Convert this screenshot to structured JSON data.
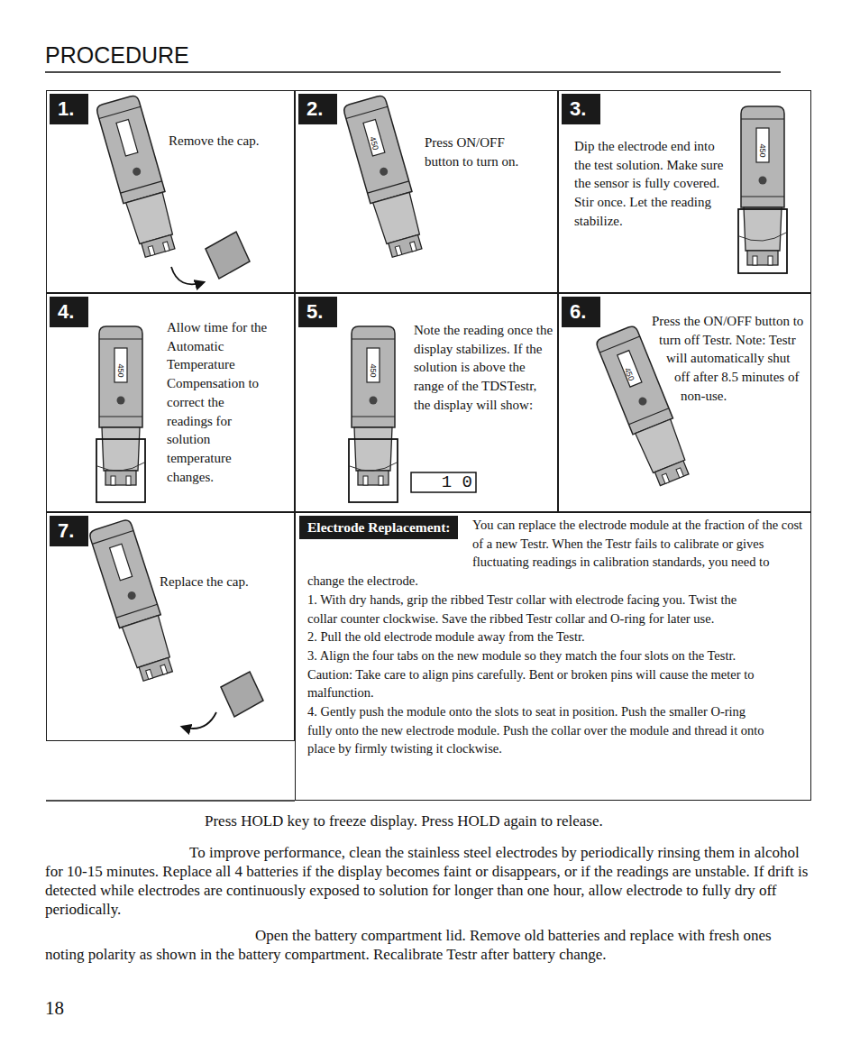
{
  "diagram": {
    "title": "PROCEDURE",
    "nodes": [
      {
        "text": [
          "1.",
          "Remove the cap."
        ]
      },
      {
        "text": [
          "2.",
          "Press ON/OFF button to turn on."
        ]
      },
      {
        "text": [
          "3.",
          "Dip the electrode end into the test solution. Make sure the sensor is fully covered. Stir once. Let the reading stabilize."
        ]
      },
      {
        "text": [
          "4.",
          "Allow time for the Automatic Temperature Compensation to correct the readings for solution temperature changes."
        ]
      },
      {
        "text": [
          "5.",
          "Note the reading once the display stabilizes. If the solution is above the range of the TDSTestr, the display will show:"
        ]
      },
      {
        "text": [
          "6.",
          "Press the ON/OFF button to turn off Testr. Note: Testr will automatically shut off after 8.5 minutes of non-use."
        ]
      },
      {
        "text": [
          "7.",
          "Replace the cap."
        ]
      },
      {
        "text": [
          "Electrode Replacement:",
          "You can replace the electrode module at the fraction of the cost of a new Testr. When the Testr fails to calibrate or gives fluctuating readings in calibration standards, you need to change the electrode.",
          "1. With dry hands, grip the ribbed Testr collar with electrode facing you. Twist the collar counter clockwise. Save the ribbed Testr collar and O-ring for later use.",
          "2. Pull the old electrode module away from the Testr.",
          "3. Align the four tabs on the new module so they match the four slots on the Testr. Caution: Take care to align pins carefully. Bent or broken pins will cause the meter to malfunction.",
          "4. Gently push the module onto the slots to seat in position. Push the smaller O-ring fully onto the new electrode module. Push the collar over the module and thread it onto place by firmly twisting it clockwise."
        ]
      }
    ],
    "labels": [
      "450",
      "450",
      "450",
      "450",
      "450",
      "1 0",
      "Press HOLD key to freeze display. Press HOLD again to release.",
      "To improve performance, clean the stainless steel electrodes by periodically rinsing them in alcohol for 10-15 minutes. Replace all 4 batteries if the display becomes faint or disappears, or if the readings are unstable. If drift is detected while electrodes are continuously exposed to solution for longer than one hour, allow electrode to fully dry off periodically.",
      "Open the battery compartment lid. Remove old batteries and replace with fresh ones noting polarity as shown in the battery compartment. Recalibrate Testr after battery change.",
      "18"
    ]
  }
}
